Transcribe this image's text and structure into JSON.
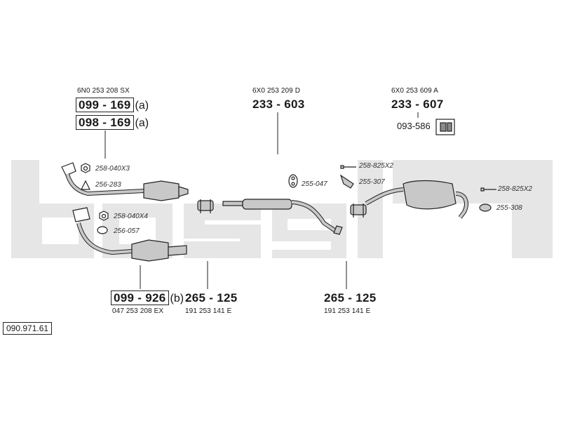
{
  "colors": {
    "watermark": "#e6e6e6",
    "line": "#222222",
    "part_fill": "#c8c8c8",
    "part_dark": "#8a8a8a"
  },
  "watermark_text": "bosal",
  "catalog_number": "090.971.61",
  "top_left": {
    "oem": "6N0 253 208 SX",
    "part1": "099 - 169",
    "part1_suffix": "(a)",
    "part2": "098 - 169",
    "part2_suffix": "(a)"
  },
  "top_middle": {
    "oem": "6X0 253 209 D",
    "part": "233 - 603"
  },
  "top_right": {
    "oem": "6X0 253 609 A",
    "part": "233 - 607",
    "hanger": "093-586"
  },
  "fitting_refs": {
    "nut_upper": "258-040X3",
    "gasket_upper": "256-283",
    "nut_lower": "258-040X4",
    "gasket_lower": "256-057",
    "hanger_mid": "255-047",
    "bolt_mid": "258-825X2",
    "clamp_mid": "255-307",
    "bolt_right": "258-825X2",
    "clamp_right": "255-308"
  },
  "bottom_left": {
    "part": "099 - 926",
    "part_suffix": "(b)",
    "oem": "047 253 208 EX"
  },
  "bottom_center": {
    "part": "265 - 125",
    "oem": "191 253 141 E"
  },
  "bottom_right": {
    "part": "265 - 125",
    "oem": "191 253 141 E"
  }
}
